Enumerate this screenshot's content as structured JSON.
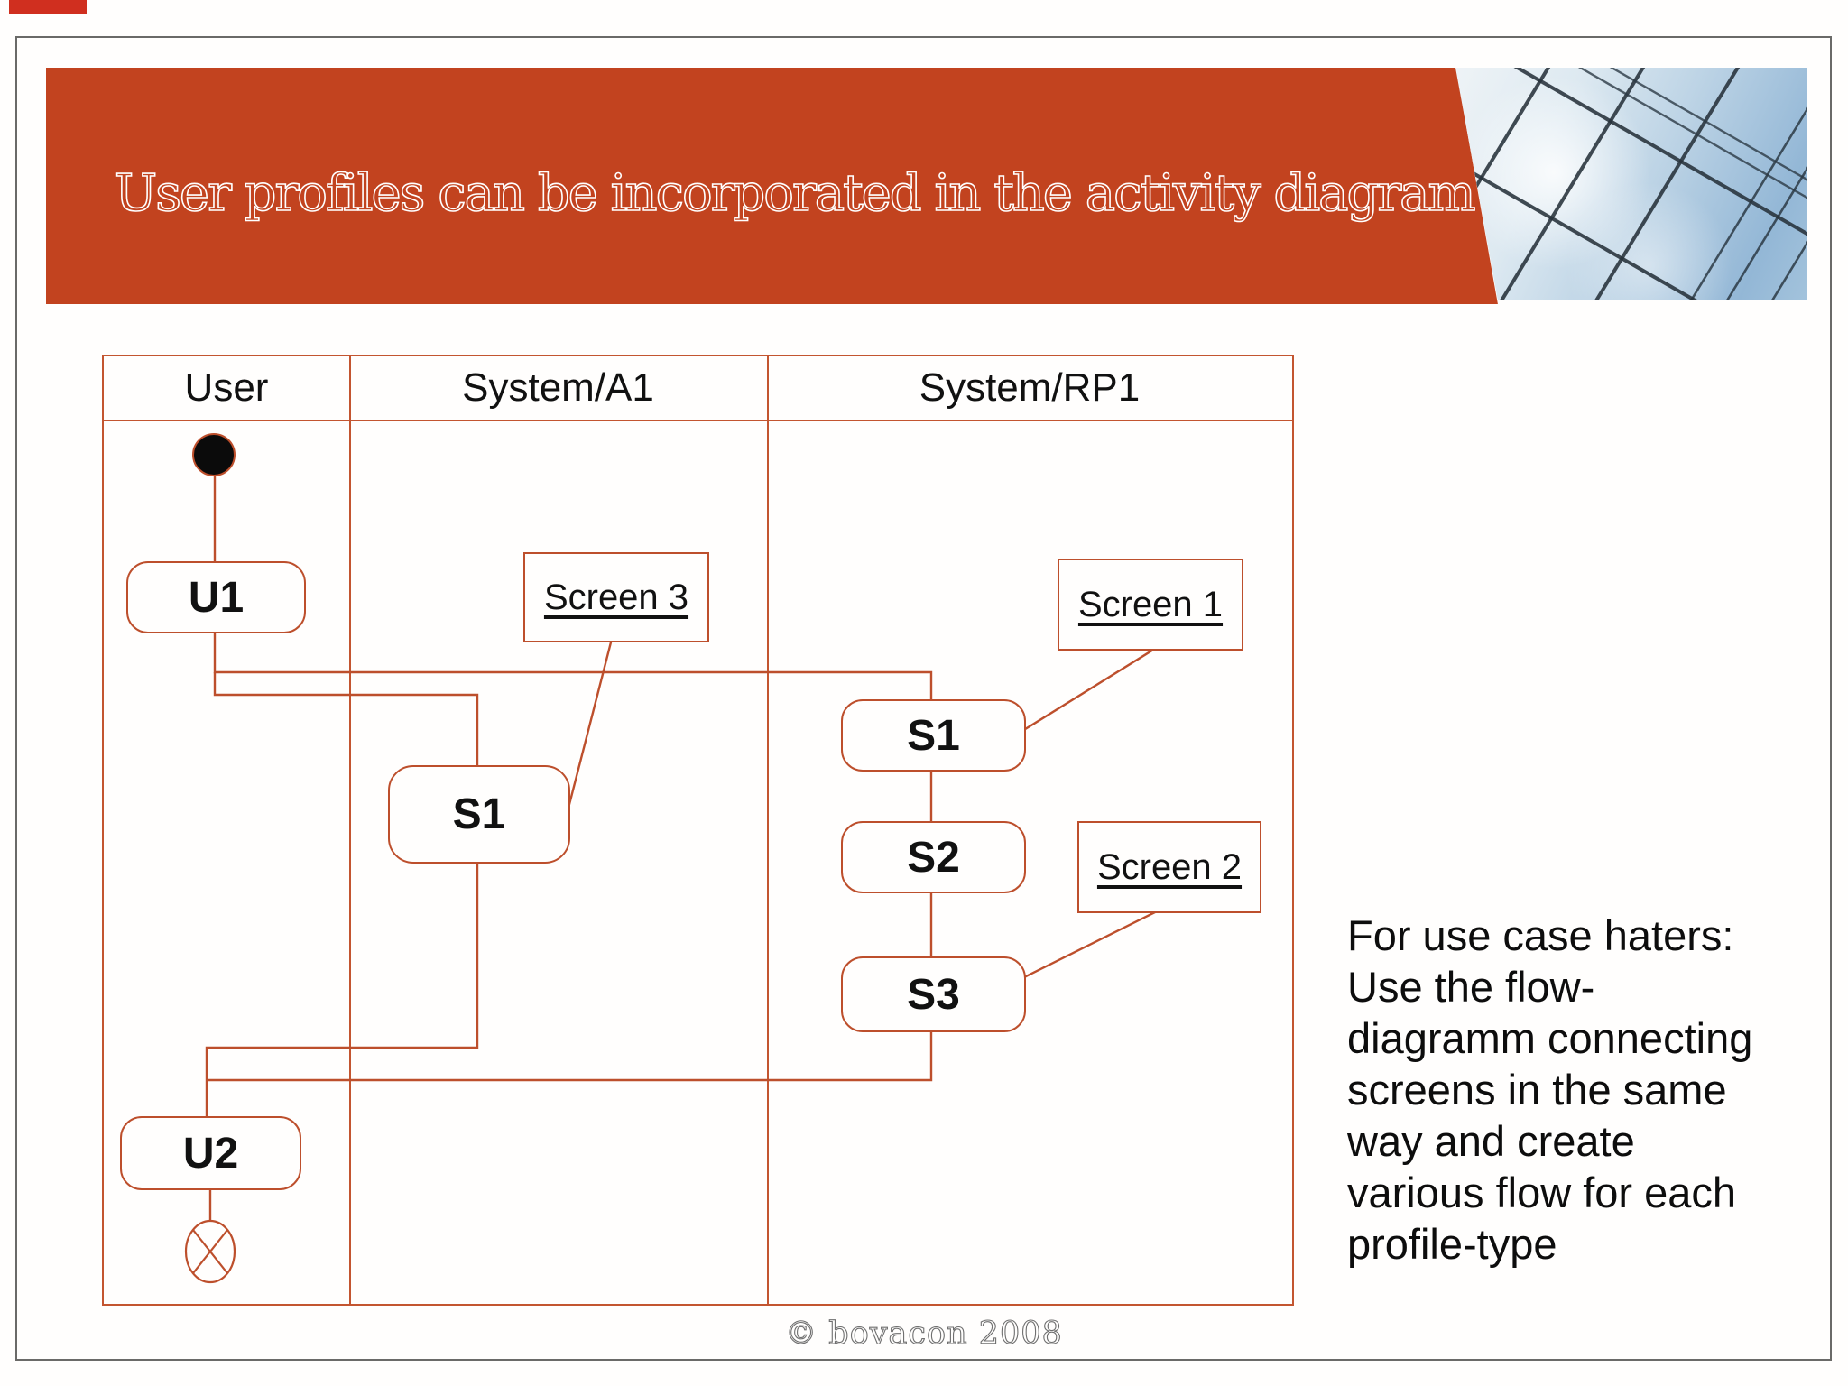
{
  "slide": {
    "title": "User profiles can be incorporated in the activity diagram",
    "note_text": "For use case haters:\nUse the flow-\ndiagramm connecting\nscreens in the same\nway and create\nvarious flow for each\nprofile-type",
    "footer": "© bovacon 2008"
  },
  "colors": {
    "banner_orange": "#c2431f",
    "diagram_line": "#bd4f2c",
    "table_border": "#c35530",
    "slide_border": "#6a6a68",
    "corner_mark_red": "#d02f1f",
    "sky_blue": "#93b7d6"
  },
  "diagram": {
    "lanes": [
      {
        "label": "User"
      },
      {
        "label": "System/A1"
      },
      {
        "label": "System/RP1"
      }
    ],
    "nodes": {
      "start": {
        "type": "initial-node"
      },
      "u1": {
        "label": "U1"
      },
      "u2": {
        "label": "U2"
      },
      "s1_a1": {
        "label": "S1"
      },
      "s1_rp1": {
        "label": "S1"
      },
      "s2_rp1": {
        "label": "S2"
      },
      "s3_rp1": {
        "label": "S3"
      },
      "screen1": {
        "label": "Screen 1"
      },
      "screen2": {
        "label": "Screen 2"
      },
      "screen3": {
        "label": "Screen 3"
      },
      "end": {
        "type": "flow-final-node"
      }
    }
  }
}
